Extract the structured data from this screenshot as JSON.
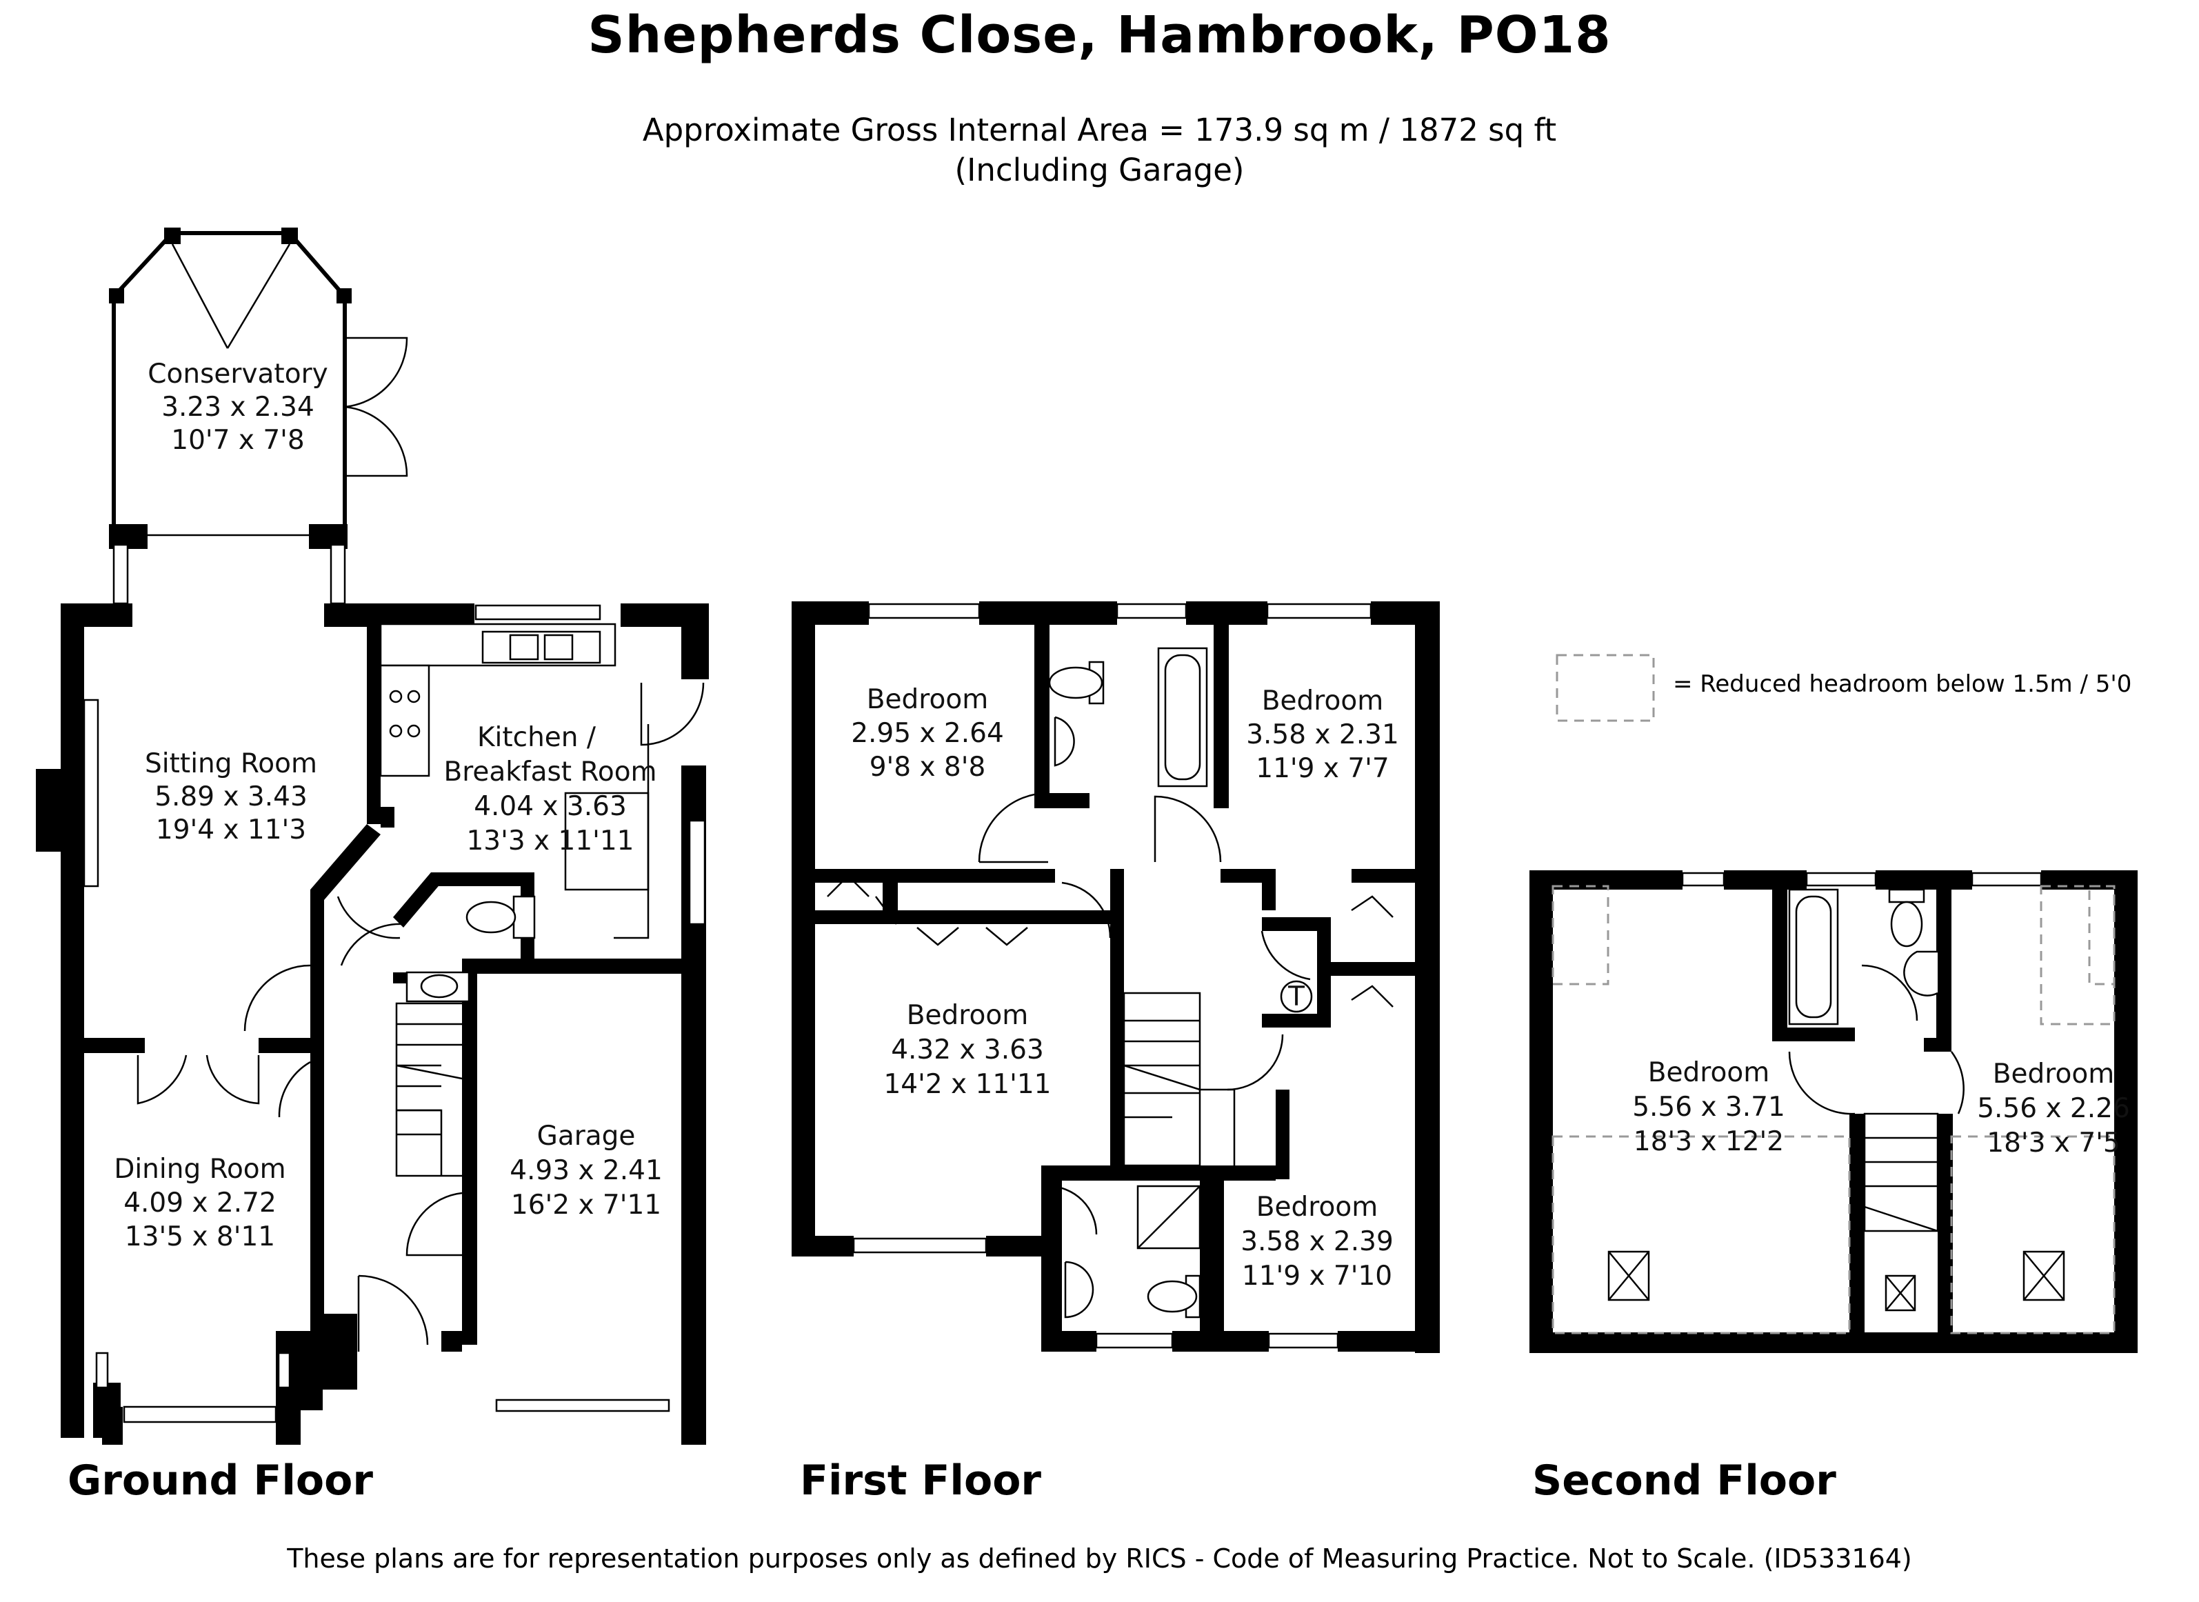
{
  "header": {
    "title": "Shepherds Close, Hambrook, PO18",
    "area_line": "Approximate Gross Internal Area = 173.9 sq m / 1872 sq ft",
    "area_note": "(Including Garage)"
  },
  "legend": {
    "reduced_headroom": "= Reduced headroom below 1.5m / 5'0"
  },
  "floors": {
    "ground": {
      "label": "Ground Floor",
      "rooms": [
        {
          "name": "Conservatory",
          "metric": "3.23 x 2.34",
          "imperial": "10'7 x 7'8"
        },
        {
          "name": "Sitting Room",
          "metric": "5.89 x 3.43",
          "imperial": "19'4 x 11'3"
        },
        {
          "name": "Kitchen /",
          "name2": "Breakfast Room",
          "metric": "4.04 x 3.63",
          "imperial": "13'3 x 11'11"
        },
        {
          "name": "Dining Room",
          "metric": "4.09 x 2.72",
          "imperial": "13'5 x 8'11"
        },
        {
          "name": "Garage",
          "metric": "4.93 x 2.41",
          "imperial": "16'2 x 7'11"
        }
      ]
    },
    "first": {
      "label": "First Floor",
      "rooms": [
        {
          "name": "Bedroom",
          "metric": "2.95 x 2.64",
          "imperial": "9'8 x 8'8"
        },
        {
          "name": "Bedroom",
          "metric": "3.58 x 2.31",
          "imperial": "11'9 x 7'7"
        },
        {
          "name": "Bedroom",
          "metric": "4.32 x 3.63",
          "imperial": "14'2 x 11'11"
        },
        {
          "name": "Bedroom",
          "metric": "3.58 x 2.39",
          "imperial": "11'9 x 7'10"
        }
      ],
      "tank_label": "T"
    },
    "second": {
      "label": "Second Floor",
      "rooms": [
        {
          "name": "Bedroom",
          "metric": "5.56 x 3.71",
          "imperial": "18'3 x 12'2"
        },
        {
          "name": "Bedroom",
          "metric": "5.56 x 2.26",
          "imperial": "18'3 x 7'5"
        }
      ]
    }
  },
  "footer": "These plans are for representation purposes only as defined by RICS - Code of Measuring Practice. Not to Scale. (ID533164)"
}
